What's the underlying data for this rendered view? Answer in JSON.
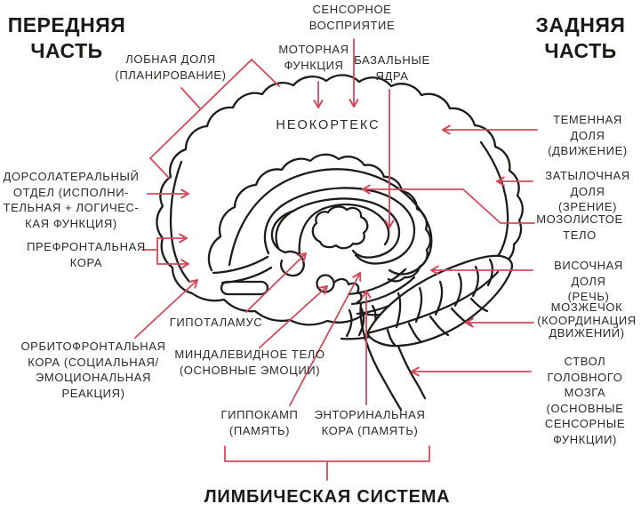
{
  "headers": {
    "front": "ПЕРЕДНЯЯ\nЧАСТЬ",
    "back": "ЗАДНЯЯ\nЧАСТЬ"
  },
  "brain": {
    "neocortex": "НЕОКОРТЕКС"
  },
  "top_labels": {
    "sensory": "СЕНСОРНОЕ\nВОСПРИЯТИЕ",
    "motor": "МОТОРНАЯ\nФУНКЦИЯ",
    "basal": "БАЗАЛЬНЫЕ\nЯДРА",
    "frontal": "ЛОБНАЯ ДОЛЯ\n(ПЛАНИРОВАНИЕ)"
  },
  "left_labels": {
    "dorsolateral": "ДОРСОЛАТЕРАЛЬНЫЙ\nОТДЕЛ (ИСПОЛНИ-\nТЕЛЬНАЯ + ЛОГИЧЕС-\nКАЯ ФУНКЦИЯ)",
    "prefrontal": "ПРЕФРОНТАЛЬНАЯ\nКОРА",
    "orbitofrontal": "ОРБИТОФРОНТАЛЬНАЯ\nКОРА (СОЦИАЛЬНАЯ/\nЭМОЦИОНАЛЬНАЯ\nРЕАКЦИЯ)"
  },
  "right_labels": {
    "parietal": "ТЕМЕННАЯ ДОЛЯ\n(ДВИЖЕНИЕ)",
    "occipital": "ЗАТЫЛОЧНАЯ\nДОЛЯ (ЗРЕНИЕ)",
    "corpus_callosum": "МОЗОЛИСТОЕ\nТЕЛО",
    "temporal": "ВИСОЧНАЯ\nДОЛЯ (РЕЧЬ)",
    "cerebellum": "МОЗЖЕЧОК\n(КООРДИНАЦИЯ\nДВИЖЕНИЙ)",
    "brainstem": "СТВОЛ\nГОЛОВНОГО\nМОЗГА\n(ОСНОВНЫЕ\nСЕНСОРНЫЕ\nФУНКЦИИ)"
  },
  "bottom_labels": {
    "hypothalamus": "ГИПОТАЛАМУС",
    "amygdala": "МИНДАЛЕВИДНОЕ ТЕЛО\n(ОСНОВНЫЕ ЭМОЦИИ)",
    "hippocampus": "ГИППОКАМП\n(ПАМЯТЬ)",
    "entorhinal": "ЭНТОРИНАЛЬНАЯ\nКОРА (ПАМЯТЬ)",
    "limbic": "ЛИМБИЧЕСКАЯ СИСТЕМА"
  },
  "colors": {
    "accent_red": "#d2495b",
    "line_black": "#1e1c1a",
    "text": "#2b2a28"
  }
}
